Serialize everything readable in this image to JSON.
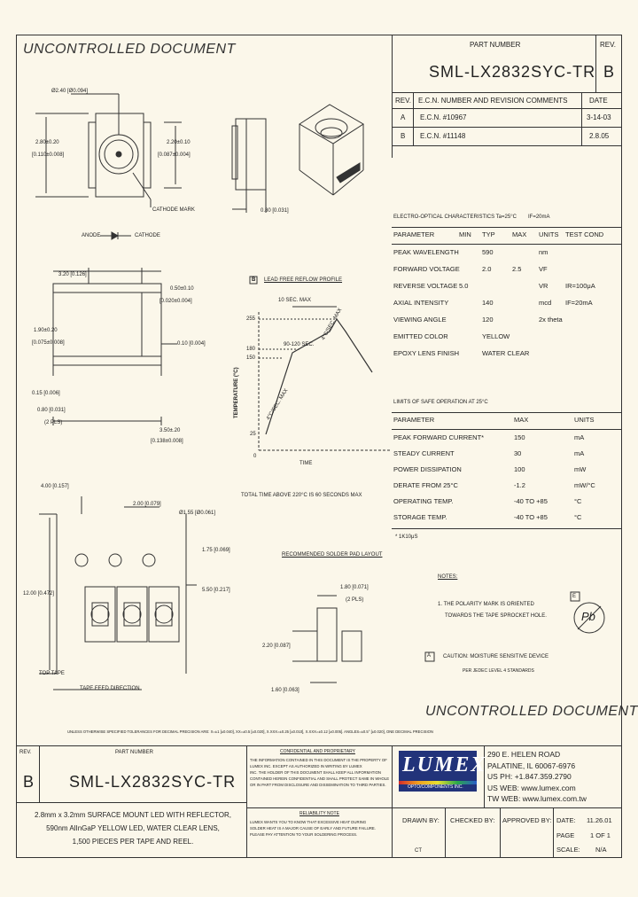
{
  "watermark": "UNCONTROLLED DOCUMENT",
  "header": {
    "part_number_label": "PART NUMBER",
    "part_number": "SML-LX2832SYC-TR",
    "rev_label": "REV.",
    "rev": "B"
  },
  "revisions": {
    "columns": [
      "REV.",
      "E.C.N. NUMBER AND REVISION COMMENTS",
      "DATE"
    ],
    "rows": [
      {
        "rev": "A",
        "comment": "E.C.N. #10967",
        "date": "3-14-03"
      },
      {
        "rev": "B",
        "comment": "E.C.N. #11148",
        "date": "2.8.05"
      }
    ]
  },
  "dims": {
    "d_240": "Ø2.40 [Ø0.094]",
    "d_280": "2.80±0.20",
    "d_280b": "[0.110±0.008]",
    "d_220": "2.20±0.10",
    "d_220b": "[0.087±0.004]",
    "cathode_mark": "CATHODE MARK",
    "d_080": "0.80 [0.031]",
    "anode": "ANODE",
    "cathode": "CATHODE",
    "d_320": "3.20 [0.126]",
    "d_050": "0.50±0.10",
    "d_050b": "[0.020±0.004]",
    "d_190": "1.90±0.20",
    "d_190b": "[0.075±0.008]",
    "d_010": "0.10 [0.004]",
    "d_015": "0.15 [0.006]",
    "d_080b": "0.80 [0.031]",
    "pls2": "(2 PLS)",
    "d_350": "3.50±.20",
    "d_350b": "[0.138±0.008]"
  },
  "tape": {
    "d_400": "4.00 [0.157]",
    "d_200": "2.00 [0.079]",
    "d_155": "Ø1.55 [Ø0.061]",
    "d_175": "1.75 [0.069]",
    "d_1200": "12.00 [0.472]",
    "d_550": "5.50 [0.217]",
    "top_tape": "TOP TAPE",
    "feed": "TAPE FEED DIRECTION"
  },
  "reflow": {
    "label": "LEAD FREE REFLOW PROFILE",
    "marker": "B",
    "ten_sec": "10 SEC. MAX",
    "window": "90-120 SEC.",
    "max_rate": "4°C/SEC. MAX",
    "ramp": "4°C/SEC. MAX",
    "ylabel": "TEMPERATURE (°C)",
    "xlabel": "TIME",
    "y_ticks": [
      "255",
      "180",
      "150",
      "25"
    ],
    "x0": "0",
    "note": "TOTAL TIME ABOVE 220°C IS 60 SECONDS MAX"
  },
  "eo": {
    "title": "ELECTRO-OPTICAL CHARACTERISTICS Ta=25°C",
    "cond": "IF=20mA",
    "columns": [
      "PARAMETER",
      "MIN",
      "TYP",
      "MAX",
      "UNITS",
      "TEST COND"
    ],
    "rows": [
      [
        "PEAK WAVELENGTH",
        "",
        "590",
        "",
        "nm",
        ""
      ],
      [
        "FORWARD VOLTAGE",
        "",
        "2.0",
        "2.5",
        "VF",
        ""
      ],
      [
        "REVERSE VOLTAGE",
        "5.0",
        "",
        "",
        "VR",
        "IR=100μA"
      ],
      [
        "AXIAL INTENSITY",
        "",
        "140",
        "",
        "mcd",
        "IF=20mA"
      ],
      [
        "VIEWING ANGLE",
        "",
        "120",
        "",
        "2x theta",
        ""
      ],
      [
        "EMITTED COLOR",
        "",
        "YELLOW",
        "",
        "",
        ""
      ],
      [
        "EPOXY LENS FINISH",
        "",
        "WATER CLEAR",
        "",
        "",
        ""
      ]
    ]
  },
  "limits": {
    "title": "LIMITS OF SAFE OPERATION AT 25°C",
    "columns": [
      "PARAMETER",
      "MAX",
      "UNITS"
    ],
    "rows": [
      [
        "PEAK FORWARD CURRENT*",
        "150",
        "mA"
      ],
      [
        "STEADY CURRENT",
        "30",
        "mA"
      ],
      [
        "POWER DISSIPATION",
        "100",
        "mW"
      ],
      [
        "DERATE FROM 25°C",
        "-1.2",
        "mW/°C"
      ],
      [
        "OPERATING TEMP.",
        "-40 TO +85",
        "°C"
      ],
      [
        "STORAGE TEMP.",
        "-40 TO +85",
        "°C"
      ]
    ],
    "footnote": "* 1K10μS"
  },
  "solder": {
    "title": "RECOMMENDED SOLDER PAD LAYOUT",
    "d_180": "1.80 [0.071]",
    "pls2": "(2 PLS)",
    "d_220": "2.20 [0.087]",
    "d_160": "1.60 [0.063]"
  },
  "notes": {
    "title": "NOTES:",
    "n1a": "1. THE POLARITY MARK IS ORIENTED",
    "n1b": "TOWARDS THE TAPE SPROCKET HOLE.",
    "caution_marker": "A",
    "caution": "CAUTION: MOISTURE SENSITIVE DEVICE",
    "caution_sub": "PER JEDEC LEVEL 4 STANDARDS",
    "e_marker": "E",
    "pb": "Pb"
  },
  "tolerance": "UNLESS OTHERWISE SPECIFIED TOLERANCES FOR DECIMAL PRECISION ARE: X=±1 [±0.040], XX=±0.5 [±0.020], X.XXX=±0.25 [±0.010], X.XXX=±0.12 [±0.005]. ANGLES=±0.5° [±0.020], ONE DECIMAL PRECISION",
  "title_block": {
    "rev_label": "REV.",
    "rev": "B",
    "part_label": "PART NUMBER",
    "part": "SML-LX2832SYC-TR",
    "confidential_title": "CONFIDENTIAL AND PROPRIETARY",
    "confidential": [
      "THE INFORMATION CONTAINED IN THIS DOCUMENT IS THE PROPERTY OF",
      "LUMEX INC. EXCEPT AS AUTHORIZED IN WRITING BY LUMEX",
      "INC. THE HOLDER OF THIS DOCUMENT SHALL KEEP ALL INFORMATION",
      "CONTAINED HEREIN CONFIDENTIAL AND SHALL PROTECT SAME IN WHOLE",
      "OR IN PART FROM DISCLOSURE AND DISSEMINATION TO THIRD PARTIES."
    ],
    "logo": "LUMEX",
    "logo_sub": "OPTO/COMPONENTS INC.",
    "address": [
      "290 E. HELEN ROAD",
      "PALATINE, IL 60067-6976",
      "US PH: +1.847.359.2790",
      "US WEB: www.lumex.com",
      "TW WEB: www.lumex.com.tw"
    ],
    "description": [
      "2.8mm x 3.2mm SURFACE MOUNT LED WITH REFLECTOR,",
      "590nm AlInGaP YELLOW LED, WATER CLEAR LENS,",
      "1,500 PIECES PER TAPE AND REEL."
    ],
    "reliability_title": "RELIABILITY NOTE",
    "reliability": [
      "LUMEX WANTS YOU TO KNOW THAT EXCESSIVE HEAT DURING",
      "SOLDER HEAT IS A MAJOR CAUSE OF EARLY AND FUTURE FAILURE.",
      "PLEASE PAY ATTENTION TO YOUR SOLDERING PROCESS."
    ],
    "drawn_label": "DRAWN BY:",
    "drawn": "CT",
    "checked_label": "CHECKED BY:",
    "approved_label": "APPROVED BY:",
    "date_label": "DATE:",
    "date": "11.26.01",
    "page_label": "PAGE",
    "page": "1 OF 1",
    "scale_label": "SCALE:",
    "scale": "N/A"
  }
}
